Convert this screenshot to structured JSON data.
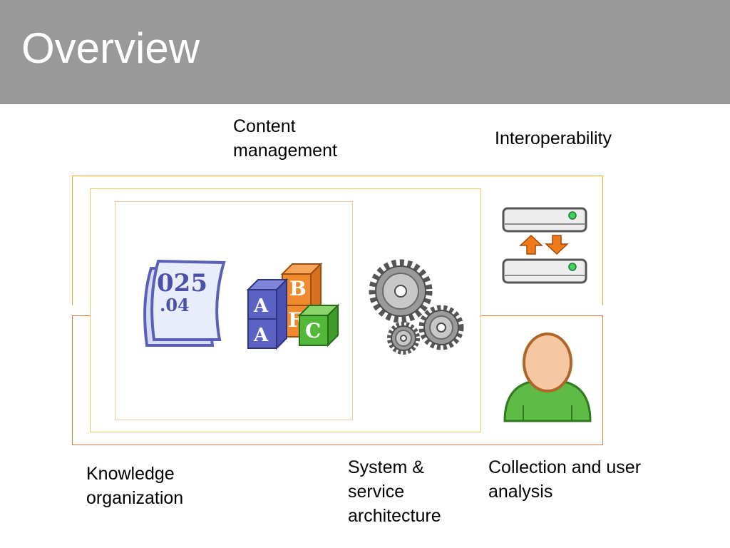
{
  "slide": {
    "title": "Overview"
  },
  "labels": {
    "content_management": "Content\nmanagement",
    "interoperability": "Interoperability",
    "knowledge_organization": "Knowledge\norganization",
    "system_service_architecture": "System &\nservice\narchitecture",
    "collection_user_analysis": "Collection and user\nanalysis"
  },
  "icons": {
    "classification": {
      "name": "classification-number-icon",
      "lines": [
        "025",
        ".04"
      ]
    },
    "blocks": {
      "name": "abc-blocks-icon",
      "letters": [
        "A",
        "A",
        "B",
        "F",
        "C"
      ]
    },
    "gears": {
      "name": "gears-icon"
    },
    "servers": {
      "name": "servers-exchange-icon"
    },
    "user": {
      "name": "user-icon"
    }
  },
  "colors": {
    "header_bg": "#999999",
    "outer_frame": "#f5a623",
    "lower_frame": "#e07a38",
    "inner_frame": "#f7c46a",
    "innermost_frame": "#f3c9a3",
    "arrow": "#f07a1a",
    "user_body": "#5dbb46"
  }
}
